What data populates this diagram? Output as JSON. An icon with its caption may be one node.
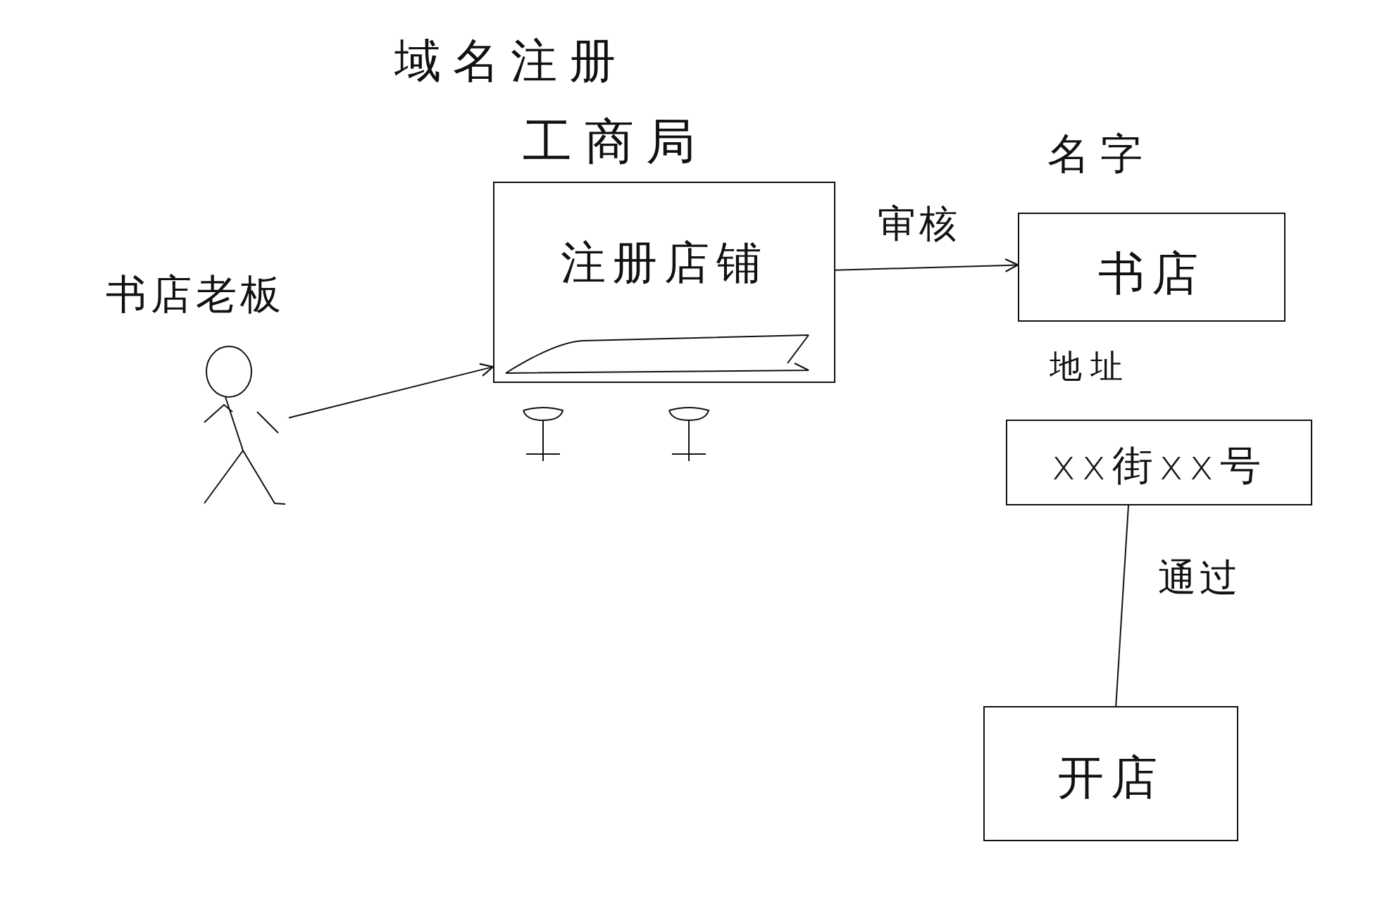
{
  "diagram": {
    "nodes": [
      {
        "text": [],
        "shape": "person",
        "beside": [
          "书店老板"
        ]
      },
      {
        "text": [
          "工商局",
          "注册店铺"
        ]
      },
      {
        "text": [
          "名字",
          "书店"
        ]
      },
      {
        "text": [
          "地址",
          "xx街xx号"
        ]
      },
      {
        "text": [
          "开店"
        ]
      }
    ],
    "edges": [
      {
        "from": 0,
        "to": 1,
        "arrow": "to"
      },
      {
        "from": 1,
        "to": 2,
        "arrow": "to",
        "label": "审核"
      },
      {
        "from": 3,
        "to": 4,
        "arrow": "none",
        "label": "通过"
      }
    ],
    "labels": [
      "域名注册"
    ]
  }
}
